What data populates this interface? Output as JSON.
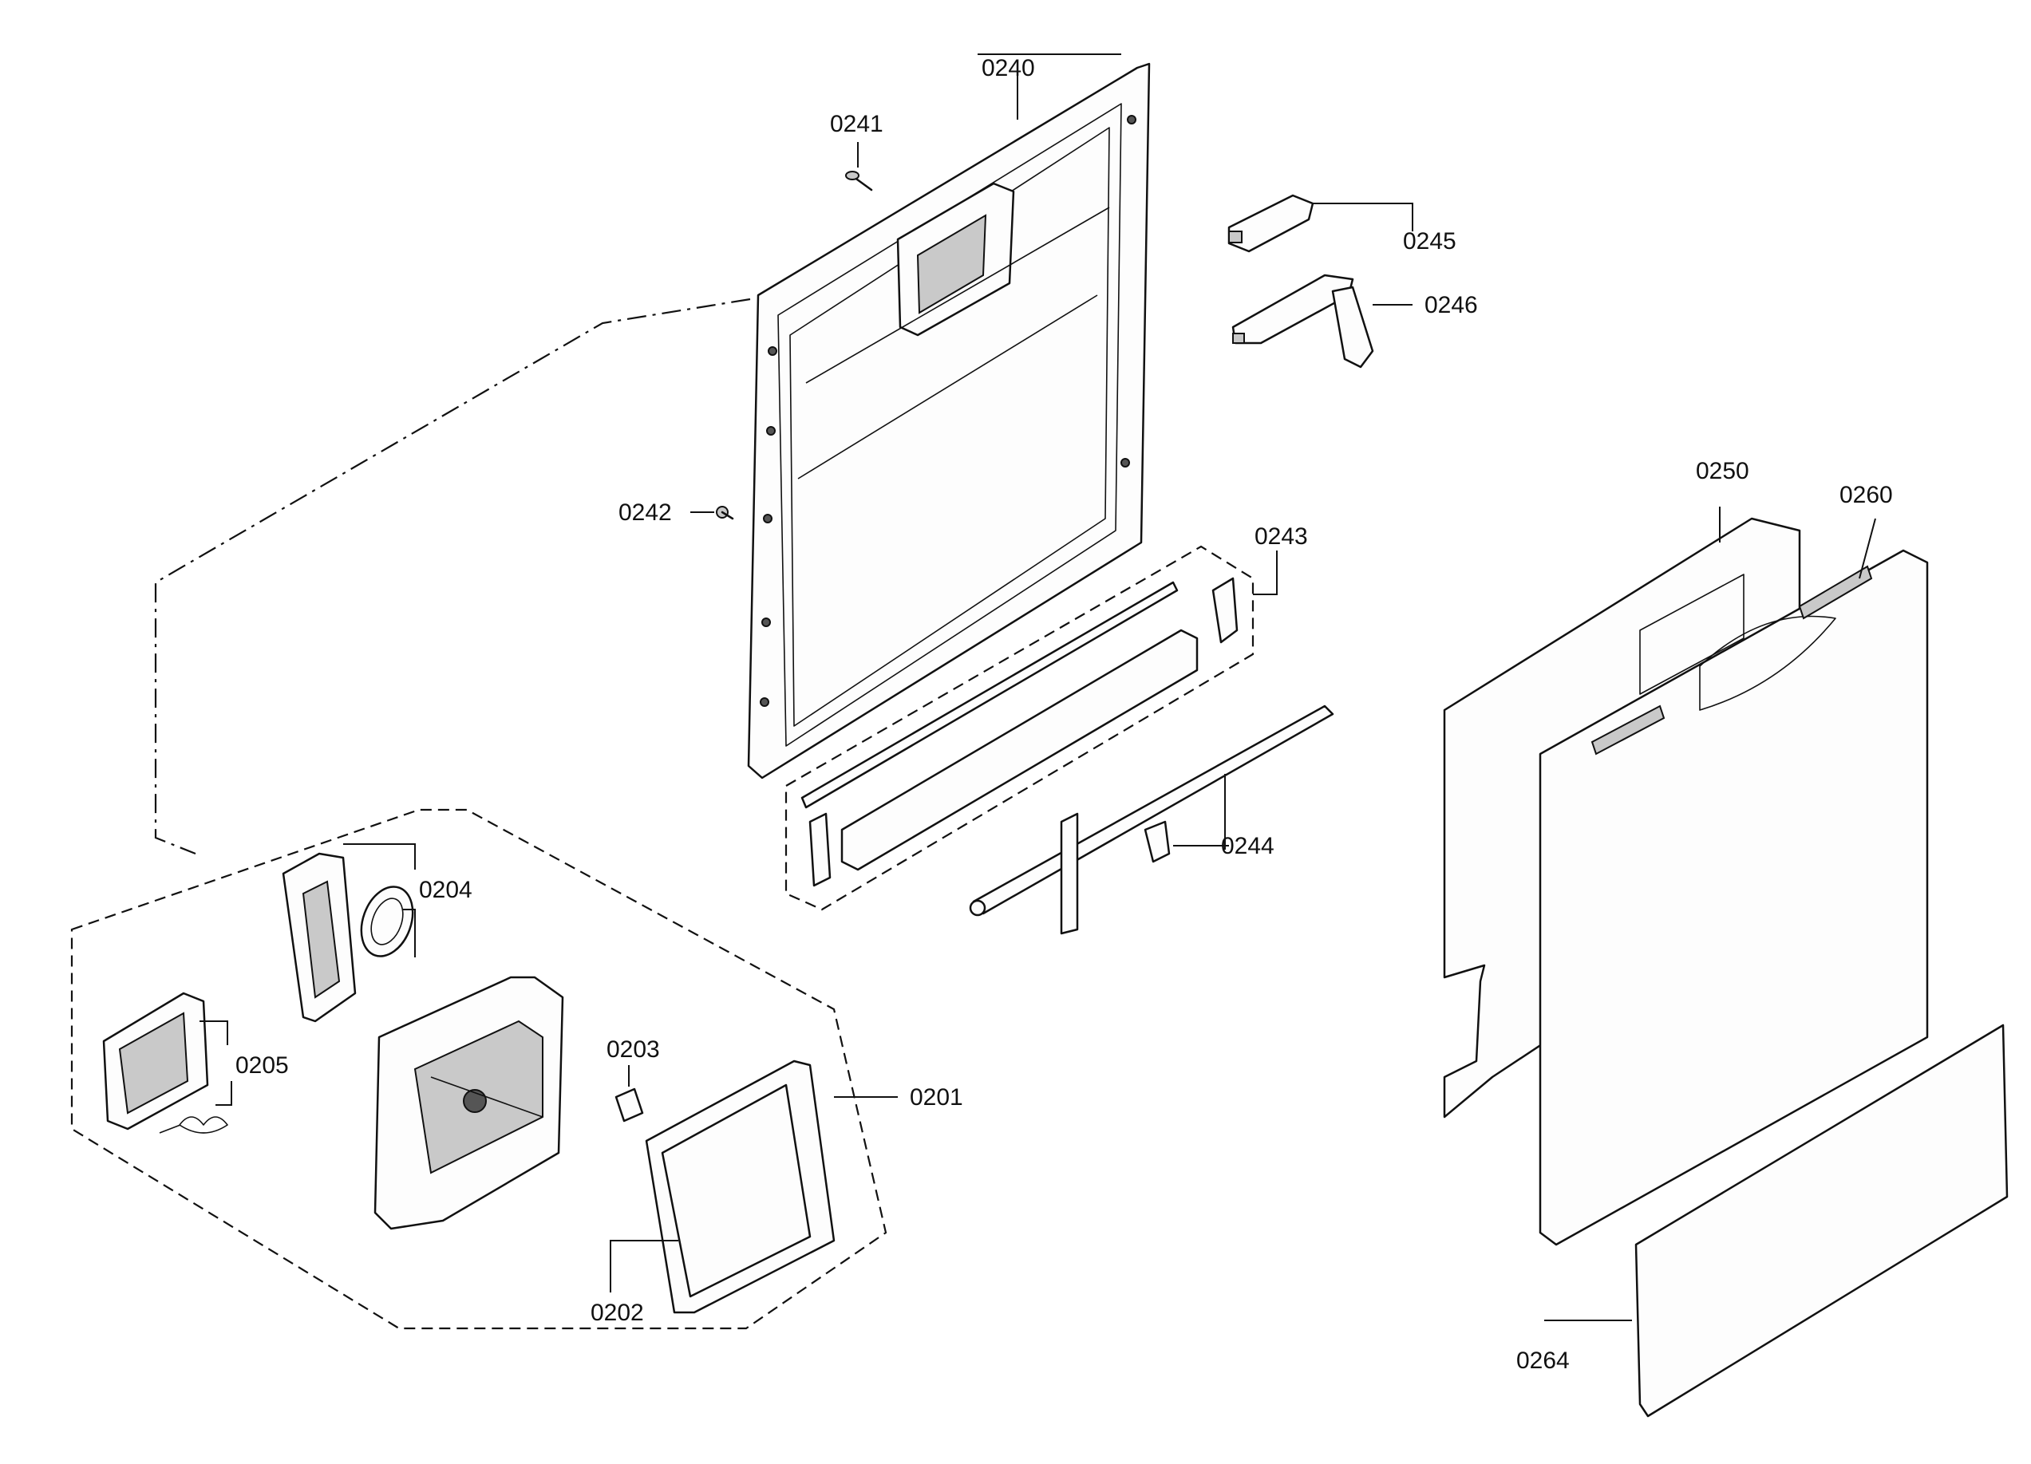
{
  "labels": [
    {
      "id": "0240",
      "text": "0240"
    },
    {
      "id": "0241",
      "text": "0241"
    },
    {
      "id": "0242",
      "text": "0242"
    },
    {
      "id": "0243",
      "text": "0243"
    },
    {
      "id": "0244",
      "text": "0244"
    },
    {
      "id": "0245",
      "text": "0245"
    },
    {
      "id": "0246",
      "text": "0246"
    },
    {
      "id": "0250",
      "text": "0250"
    },
    {
      "id": "0260",
      "text": "0260"
    },
    {
      "id": "0264",
      "text": "0264"
    },
    {
      "id": "0201",
      "text": "0201"
    },
    {
      "id": "0202",
      "text": "0202"
    },
    {
      "id": "0203",
      "text": "0203"
    },
    {
      "id": "0204",
      "text": "0204"
    },
    {
      "id": "0205",
      "text": "0205"
    }
  ]
}
